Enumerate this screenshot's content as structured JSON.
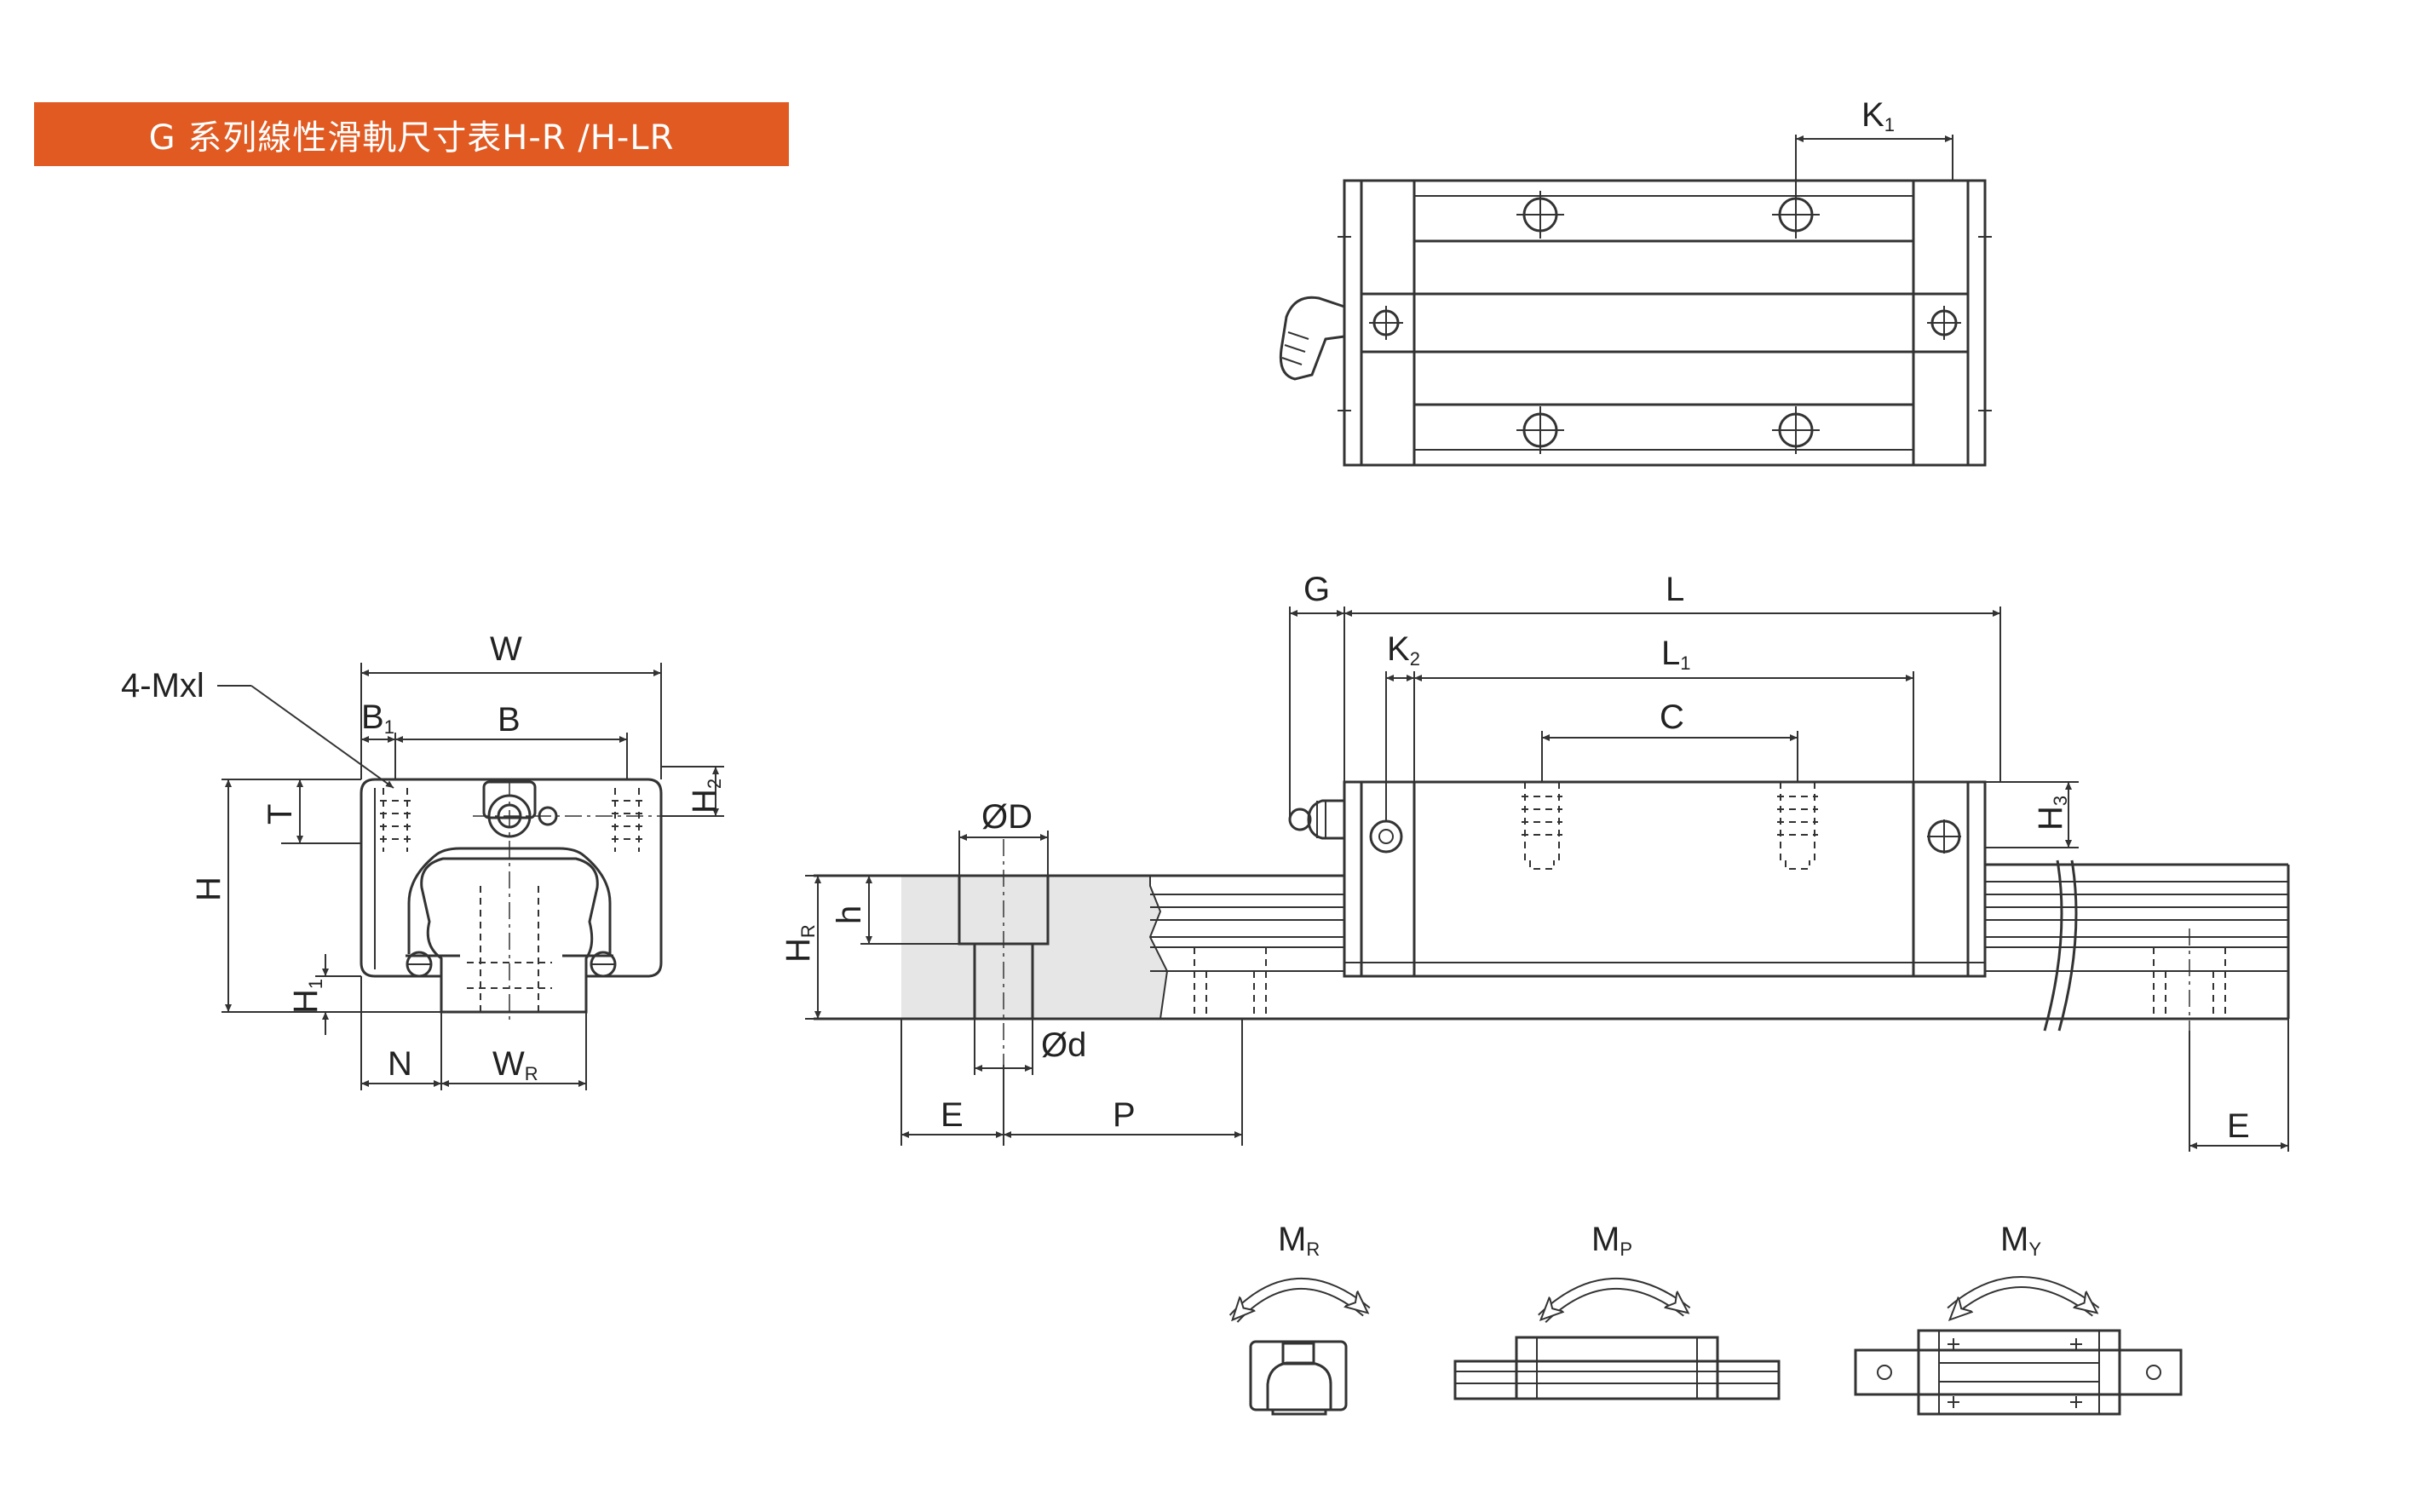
{
  "title": "G 系列線性滑軌尺寸表H-R /H-LR",
  "colors": {
    "banner": "#e05a22",
    "line": "#333333",
    "shade": "#e6e6e6"
  },
  "labels": {
    "W": "W",
    "B1": "B",
    "B1_sub": "1",
    "B": "B",
    "M": "4-Mxl",
    "T": "T",
    "H": "H",
    "H2": "H",
    "H2_sub": "2",
    "H1": "H",
    "H1_sub": "1",
    "N": "N",
    "WR": "W",
    "WR_sub": "R",
    "HR": "H",
    "HR_sub": "R",
    "h": "h",
    "D": "ØD",
    "d": "Ød",
    "E": "E",
    "P": "P",
    "G": "G",
    "L": "L",
    "L1": "L",
    "L1_sub": "1",
    "K2": "K",
    "K2_sub": "2",
    "C": "C",
    "H3": "H",
    "H3_sub": "3",
    "K1": "K",
    "K1_sub": "1",
    "MR": "M",
    "MR_sub": "R",
    "MP": "M",
    "MP_sub": "P",
    "MY": "M",
    "MY_sub": "Y"
  }
}
